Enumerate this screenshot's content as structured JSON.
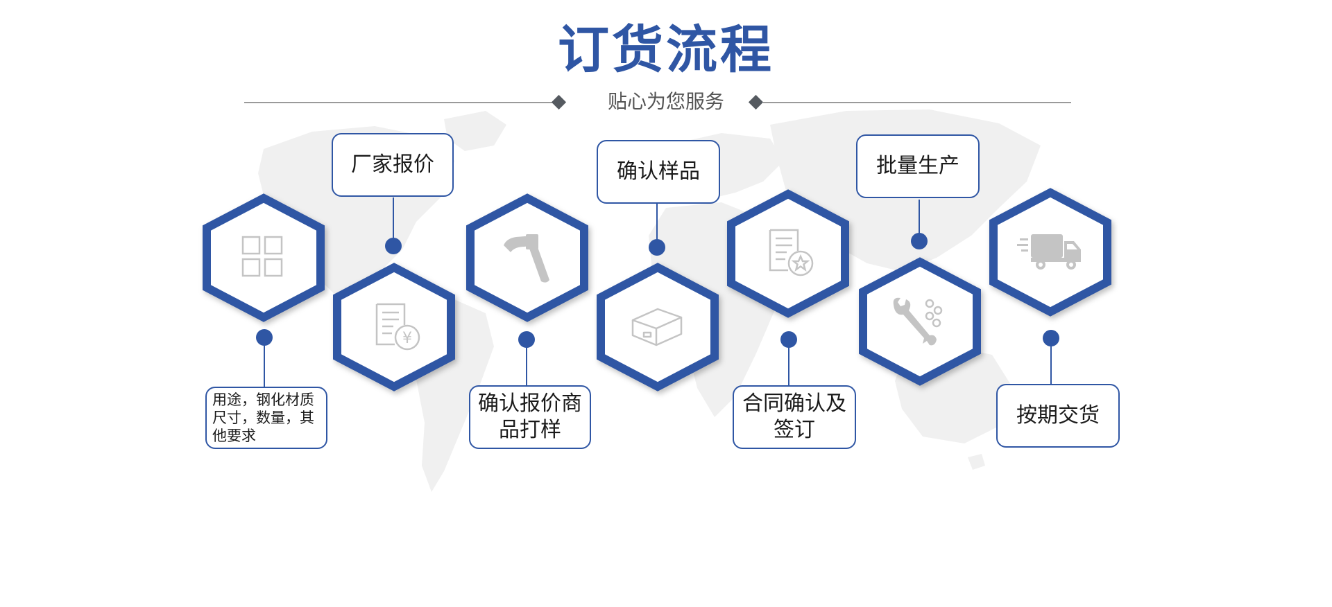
{
  "header": {
    "title": "订货流程",
    "subtitle": "贴心为您服务"
  },
  "colors": {
    "accent": "#2f56a4",
    "icon": "#c4c4c4",
    "map": "#f0f0f0",
    "text": "#1a1a1a"
  },
  "steps": [
    {
      "label": "用途，钢化材质尺寸，数量，其他要求",
      "icon": "grid-icon"
    },
    {
      "label": "厂家报价",
      "icon": "invoice-yen-icon"
    },
    {
      "label": "确认报价商品打样",
      "icon": "hammer-icon"
    },
    {
      "label": "确认样品",
      "icon": "box-icon"
    },
    {
      "label": "合同确认及签订",
      "icon": "document-star-icon"
    },
    {
      "label": "批量生产",
      "icon": "tools-icon"
    },
    {
      "label": "按期交货",
      "icon": "truck-icon"
    }
  ]
}
